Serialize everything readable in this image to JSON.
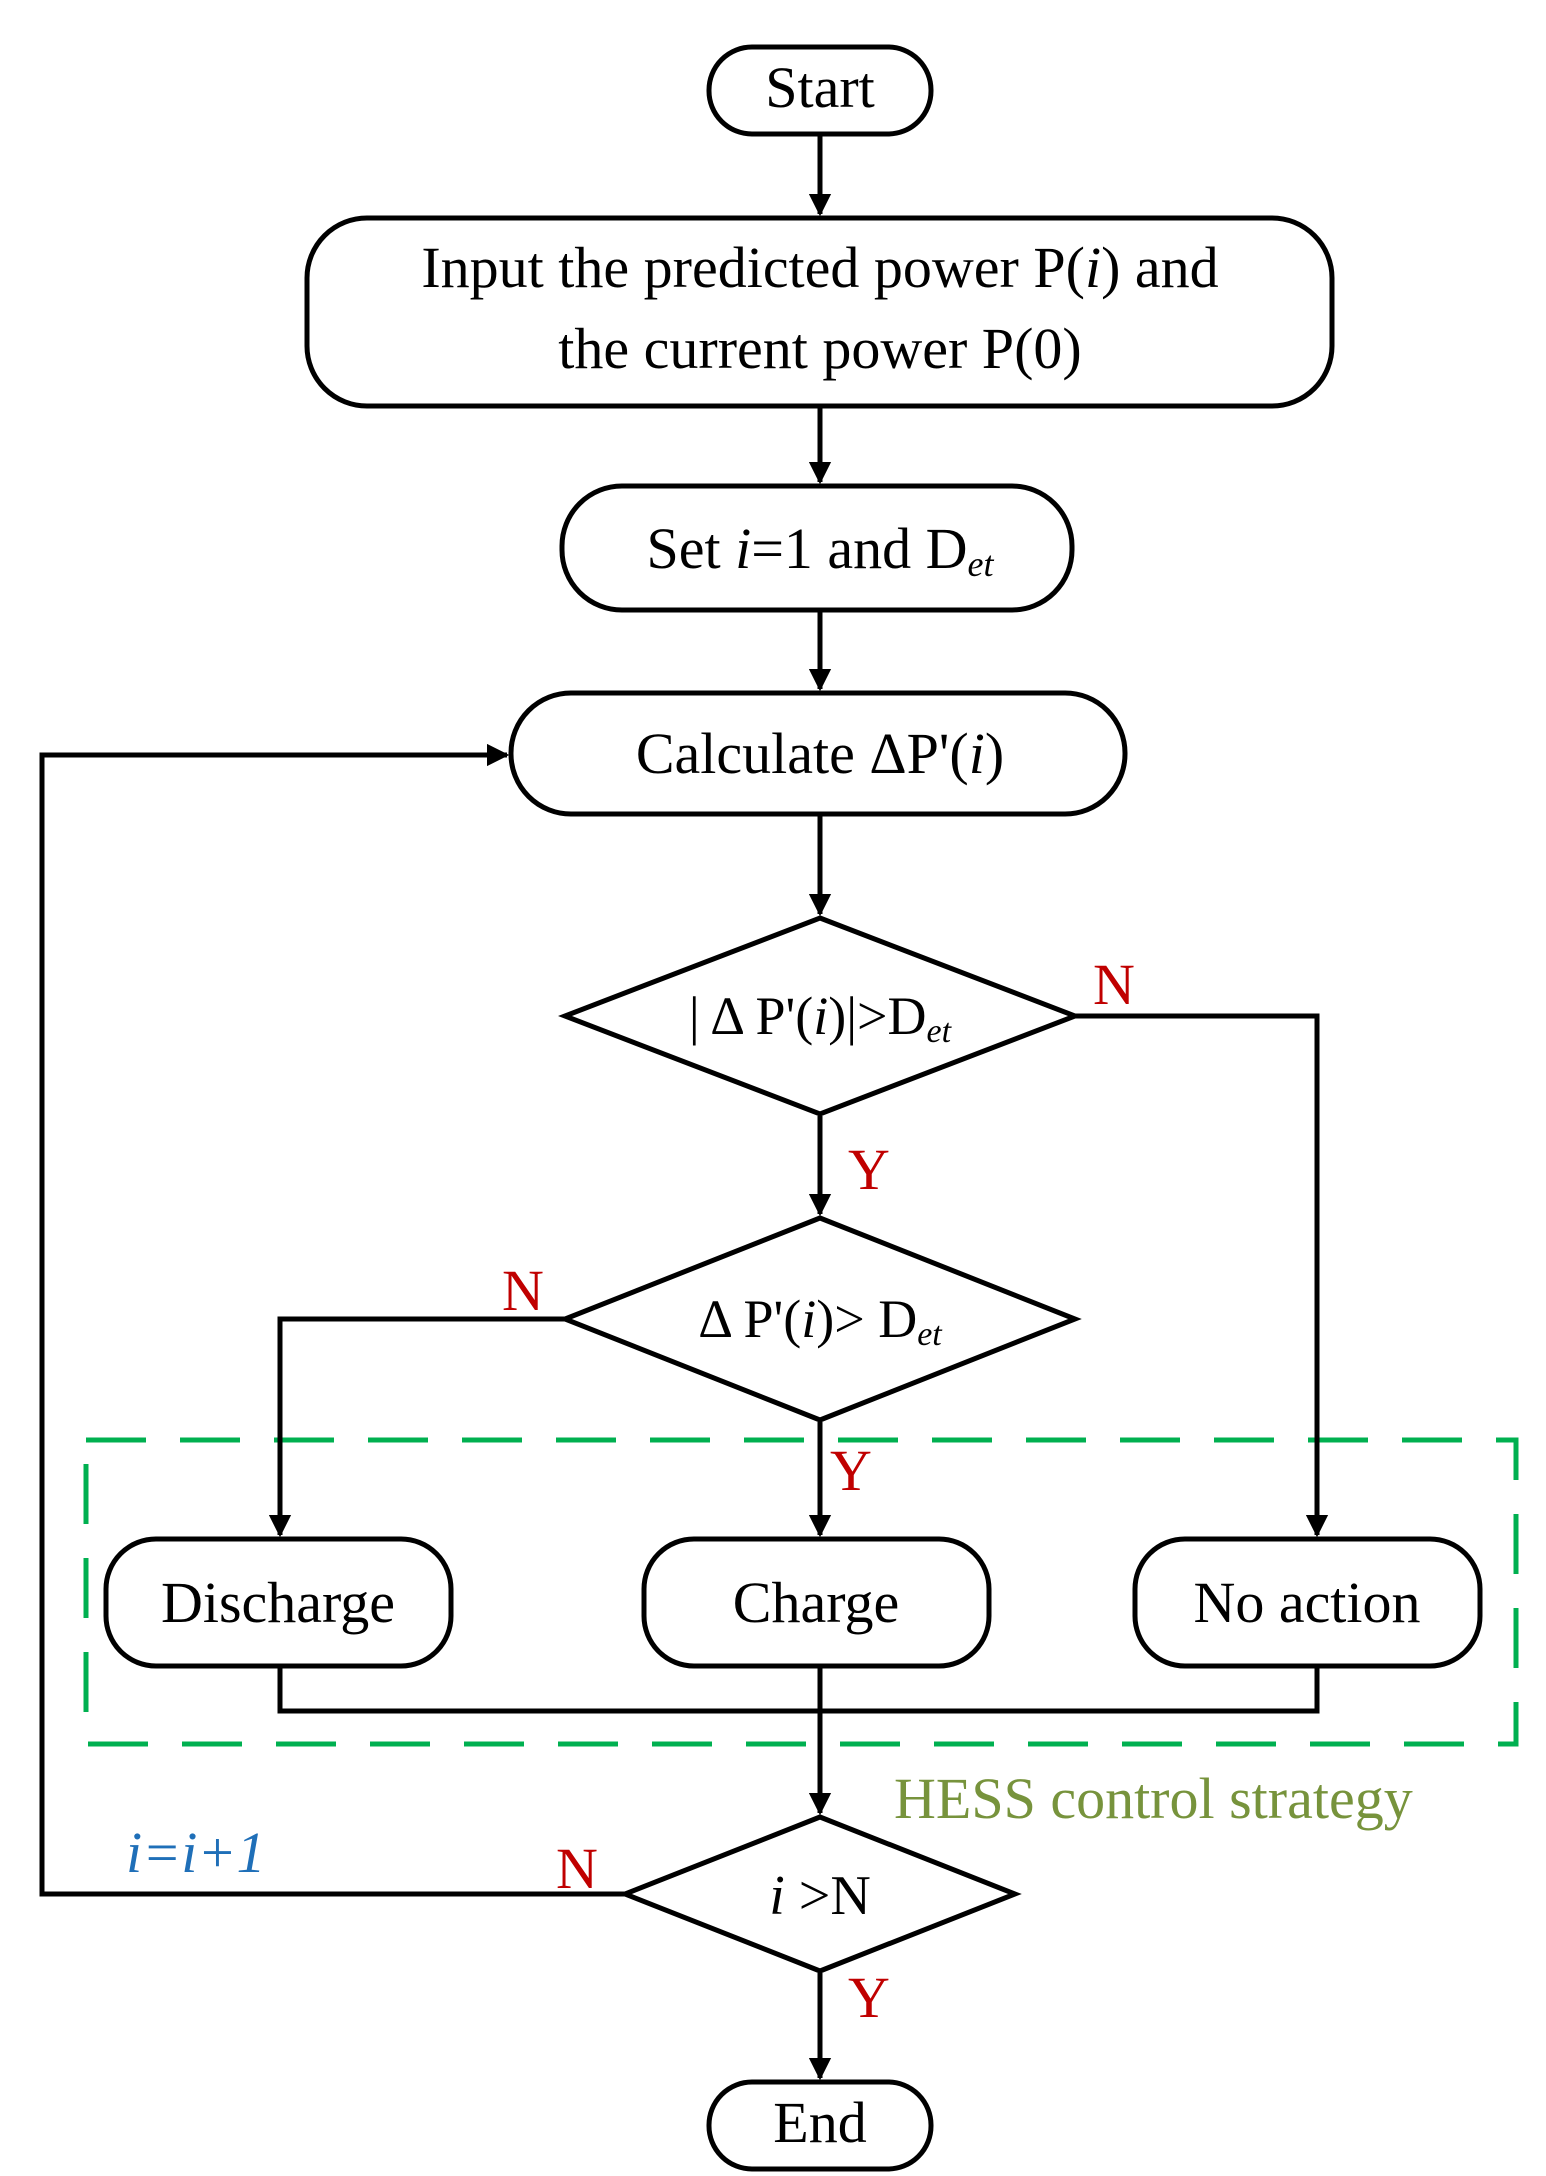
{
  "nodes": {
    "start": "Start",
    "input_line1_a": "Input the predicted power P(",
    "input_line1_var": "i",
    "input_line1_b": ") and",
    "input_line2": "the current power P(0)",
    "set_a": "Set ",
    "set_var": "i",
    "set_b": "=1 and D",
    "set_sub": "et",
    "calc_a": "Calculate  ΔP'(",
    "calc_var": "i",
    "calc_b": ")",
    "dec1_a": "| Δ P'(",
    "dec1_var": "i",
    "dec1_b": ")|>D",
    "dec1_sub": "et",
    "dec2_a": "Δ P'(",
    "dec2_var": "i",
    "dec2_b": ")> D",
    "dec2_sub": "et",
    "discharge": "Discharge",
    "charge": "Charge",
    "no_action": "No action",
    "dec3_var": "i",
    "dec3_b": " >N",
    "end": "End"
  },
  "labels": {
    "yes": "Y",
    "no": "N",
    "increment": "i=i+1",
    "hess": "HESS control strategy"
  },
  "colors": {
    "yes_no": "#c00000",
    "increment": "#1f6fb8",
    "hess_text": "#77933c",
    "hess_border": "#00b050"
  }
}
